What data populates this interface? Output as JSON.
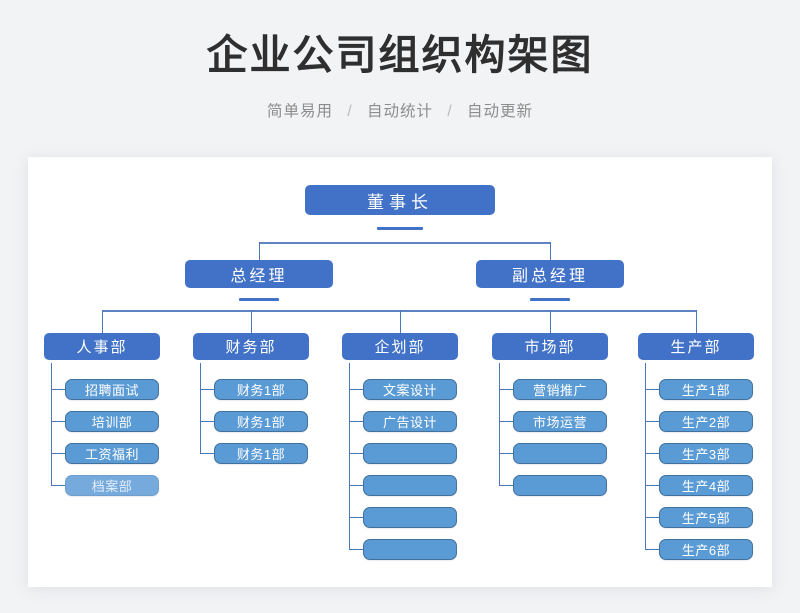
{
  "header": {
    "title": "企业公司组织构架图",
    "subtitle_parts": [
      "简单易用",
      "自动统计",
      "自动更新"
    ],
    "separator": "/"
  },
  "theme": {
    "background": "#f2f3f5",
    "card_background": "#ffffff",
    "node_primary": "#4272c8",
    "node_leaf": "#5b9bd5",
    "node_leaf_border": "#41719c",
    "node_leaf_faded": "#76aadd",
    "connector": "#4a76bd",
    "title_color": "#2f2f2f",
    "subtitle_color": "#8d8d8d"
  },
  "org_chart": {
    "type": "tree",
    "root": {
      "label": "董事长"
    },
    "executives": [
      {
        "label": "总经理"
      },
      {
        "label": "副总经理"
      }
    ],
    "departments": [
      {
        "label": "人事部",
        "children": [
          {
            "label": "招聘面试",
            "style": "normal"
          },
          {
            "label": "培训部",
            "style": "normal"
          },
          {
            "label": "工资福利",
            "style": "normal"
          },
          {
            "label": "档案部",
            "style": "faded"
          }
        ]
      },
      {
        "label": "财务部",
        "children": [
          {
            "label": "财务1部",
            "style": "normal"
          },
          {
            "label": "财务1部",
            "style": "normal"
          },
          {
            "label": "财务1部",
            "style": "normal"
          }
        ]
      },
      {
        "label": "企划部",
        "children": [
          {
            "label": "文案设计",
            "style": "normal"
          },
          {
            "label": "广告设计",
            "style": "normal"
          },
          {
            "label": "",
            "style": "empty"
          },
          {
            "label": "",
            "style": "empty"
          },
          {
            "label": "",
            "style": "empty"
          },
          {
            "label": "",
            "style": "empty"
          }
        ]
      },
      {
        "label": "市场部",
        "children": [
          {
            "label": "营销推广",
            "style": "normal"
          },
          {
            "label": "市场运营",
            "style": "normal"
          },
          {
            "label": "",
            "style": "empty"
          },
          {
            "label": "",
            "style": "empty"
          }
        ]
      },
      {
        "label": "生产部",
        "children": [
          {
            "label": "生产1部",
            "style": "normal"
          },
          {
            "label": "生产2部",
            "style": "normal"
          },
          {
            "label": "生产3部",
            "style": "normal"
          },
          {
            "label": "生产4部",
            "style": "normal"
          },
          {
            "label": "生产5部",
            "style": "normal"
          },
          {
            "label": "生产6部",
            "style": "normal"
          }
        ]
      }
    ]
  }
}
